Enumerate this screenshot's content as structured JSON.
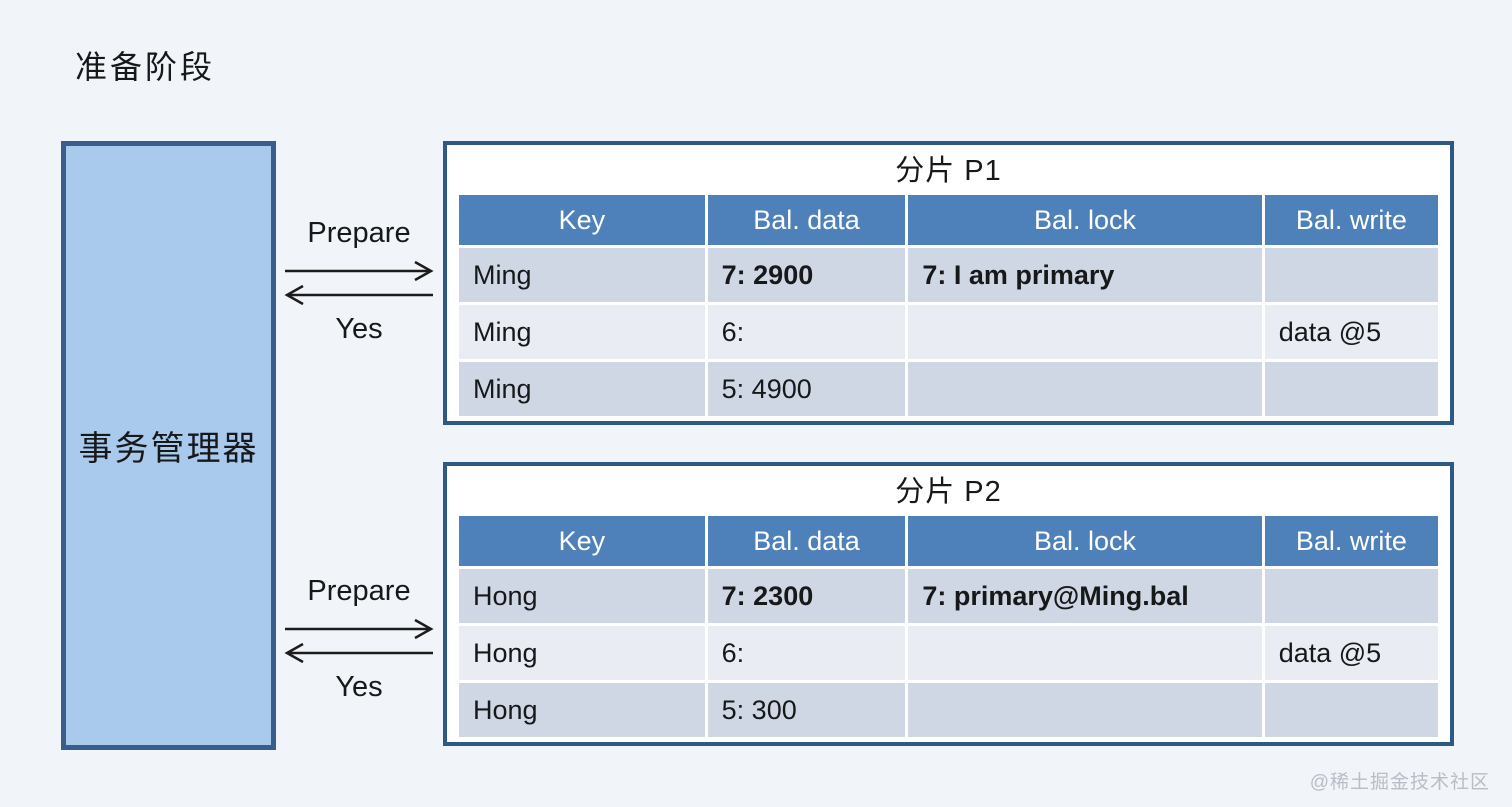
{
  "page": {
    "title": "准备阶段",
    "watermark": "@稀土掘金技术社区"
  },
  "manager": {
    "label": "事务管理器"
  },
  "flows": [
    {
      "request": "Prepare",
      "response": "Yes"
    },
    {
      "request": "Prepare",
      "response": "Yes"
    }
  ],
  "shards": [
    {
      "title": "分片 P1",
      "columns": [
        "Key",
        "Bal. data",
        "Bal. lock",
        "Bal. write"
      ],
      "rows": [
        [
          "Ming",
          "7: 2900",
          "7: I am primary",
          ""
        ],
        [
          "Ming",
          "6:",
          "",
          "data @5"
        ],
        [
          "Ming",
          "5: 4900",
          "",
          ""
        ]
      ]
    },
    {
      "title": "分片 P2",
      "columns": [
        "Key",
        "Bal. data",
        "Bal. lock",
        "Bal. write"
      ],
      "rows": [
        [
          "Hong",
          "7: 2300",
          "7: primary@Ming.bal",
          ""
        ],
        [
          "Hong",
          "6:",
          "",
          "data @5"
        ],
        [
          "Hong",
          "5: 300",
          "",
          ""
        ]
      ]
    }
  ],
  "colors": {
    "background": "#f1f4f8",
    "header_blue": "#4e81b9",
    "row_dark": "#d0d7e4",
    "row_light": "#e9ecf3",
    "panel_border": "#2e5984",
    "manager_fill": "#a9c9ed",
    "manager_border": "#395e8c",
    "arrow": "#1c1c1c"
  }
}
